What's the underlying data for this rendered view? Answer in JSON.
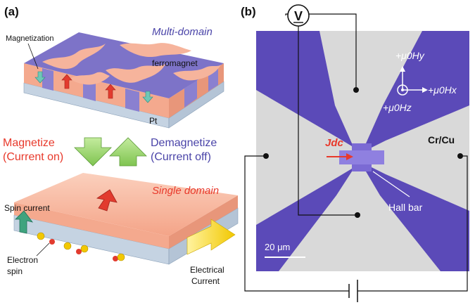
{
  "panel_a": {
    "label": "(a)",
    "multi_domain": "Multi-domain",
    "magnetization": "Magnetization",
    "ferromagnet": "ferromagnet",
    "pt": "Pt",
    "magnetize_line1": "Magnetize",
    "magnetize_line2": "(Current on)",
    "demagnetize_line1": "Demagnetize",
    "demagnetize_line2": "(Current off)",
    "single_domain": "Single domain",
    "spin_current": "Spin current",
    "electron_line1": "Electron",
    "electron_line2": "spin",
    "electrical_line1": "Electrical",
    "electrical_line2": "Current"
  },
  "panel_b": {
    "label": "(b)",
    "voltmeter": "V",
    "hy": "+μ0Hy",
    "hx": "+μ0Hx",
    "hz": "+μ0Hz",
    "jdc": "Jdc",
    "material": "Cr/Cu",
    "hall_bar": "Hall bar",
    "scale": "20 μm"
  },
  "colors": {
    "purple": "#5b4ab8",
    "gray_metal": "#d9d9d9",
    "red_text": "#e8392b",
    "blue_text": "#4a44a8",
    "salmon": "#f6b49c",
    "green_arrow": "#8fcf5e"
  }
}
